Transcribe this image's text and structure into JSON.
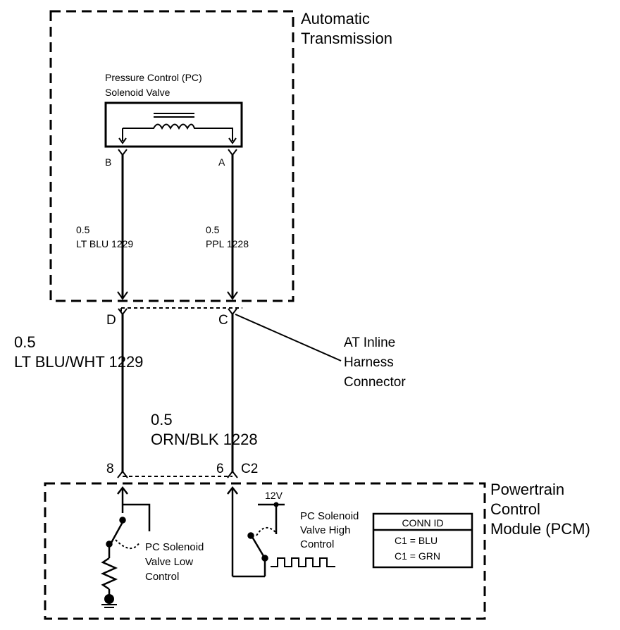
{
  "transmission": {
    "title_line1": "Automatic",
    "title_line2": "Transmission",
    "solenoid_line1": "Pressure Control (PC)",
    "solenoid_line2": "Solenoid Valve",
    "pin_b": "B",
    "pin_a": "A",
    "wire_left_gauge": "0.5",
    "wire_left_label": "LT BLU  1229",
    "wire_right_gauge": "0.5",
    "wire_right_label": "PPL  1228"
  },
  "inline_connector": {
    "pin_d": "D",
    "pin_c": "C",
    "label_line1": "AT Inline",
    "label_line2": "Harness",
    "label_line3": "Connector"
  },
  "harness": {
    "left_gauge": "0.5",
    "left_label": "LT BLU/WHT  1229",
    "right_gauge": "0.5",
    "right_label": "ORN/BLK  1228"
  },
  "pcm": {
    "pin_8": "8",
    "pin_6": "6",
    "connector": "C2",
    "title_line1": "Powertrain",
    "title_line2": "Control",
    "title_line3": "Module (PCM)",
    "voltage": "12V",
    "low_line1": "PC Solenoid",
    "low_line2": "Valve Low",
    "low_line3": "Control",
    "high_line1": "PC Solenoid",
    "high_line2": "Valve High",
    "high_line3": "Control",
    "conn_id_header": "CONN ID",
    "conn_id_rows": [
      "C1 = BLU",
      "C1 = GRN"
    ]
  }
}
